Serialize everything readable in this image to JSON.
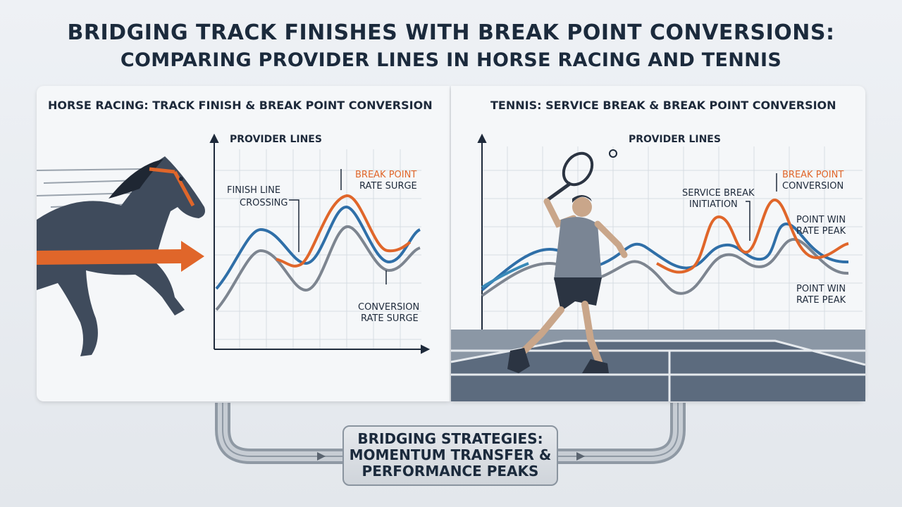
{
  "title": {
    "line1": "BRIDGING TRACK FINISHES WITH BREAK POINT CONVERSIONS:",
    "line2": "COMPARING PROVIDER LINES IN HORSE RACING AND TENNIS"
  },
  "left_panel": {
    "heading": "HORSE RACING: TRACK FINISH & BREAK POINT CONVERSION",
    "chart_title": "PROVIDER LINES",
    "annotations": {
      "finish_line_1": "FINISH LINE",
      "finish_line_2": "CROSSING",
      "break_point_1": "BREAK POINT",
      "break_point_2": "RATE SURGE",
      "conversion_1": "CONVERSION",
      "conversion_2": "RATE SURGE"
    }
  },
  "right_panel": {
    "heading": "TENNIS: SERVICE BREAK & BREAK POINT CONVERSION",
    "chart_title": "PROVIDER LINES",
    "annotations": {
      "service_break_1": "SERVICE BREAK",
      "service_break_2": "INITIATION",
      "break_point_1": "BREAK POINT",
      "break_point_2": "CONVERSION",
      "point_win_a1": "POINT WIN",
      "point_win_a2": "RATE PEAK",
      "point_win_b1": "POINT WIN",
      "point_win_b2": "RATE PEAK"
    }
  },
  "bridge": {
    "line1": "BRIDGING STRATEGIES:",
    "line2": "MOMENTUM TRANSFER &",
    "line3": "PERFORMANCE PEAKS"
  },
  "colors": {
    "orange": "#e0662a",
    "blue": "#2f6fa8",
    "gray": "#7d8590",
    "horse": "#3f4b5c",
    "court": "#5c6b7e"
  },
  "icons": [
    "horse-illustration",
    "tennis-player-illustration",
    "tennis-ball-icon",
    "arrow-icon"
  ]
}
